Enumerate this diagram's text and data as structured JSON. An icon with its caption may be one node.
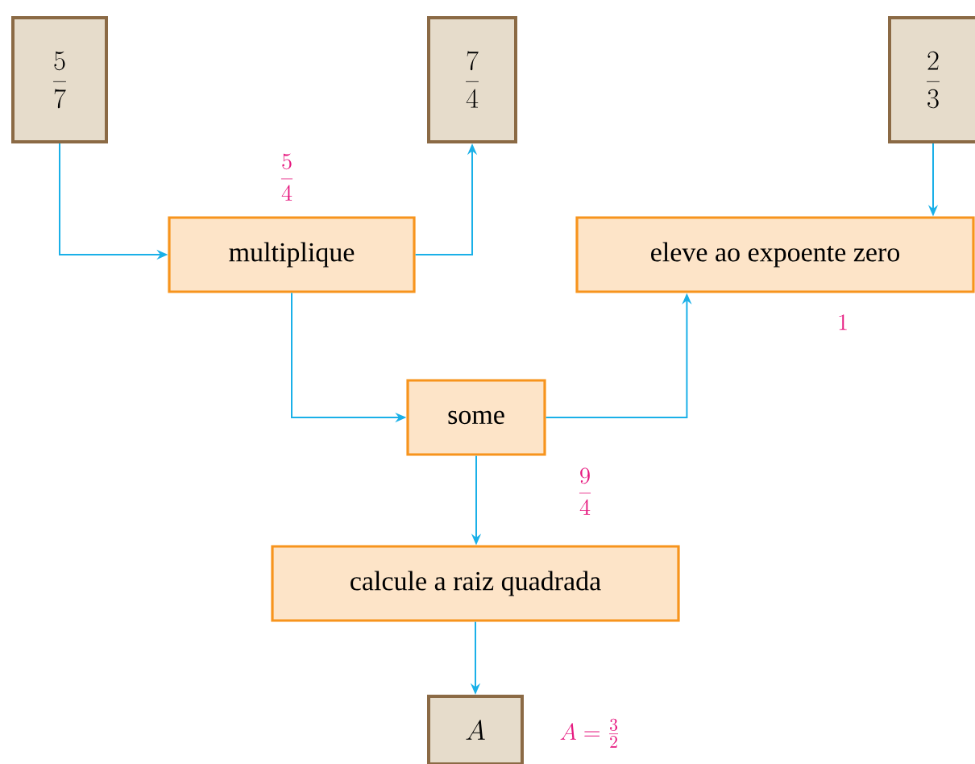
{
  "diagram": {
    "nodes": [
      {
        "text": [
          "\\frac{5}{7}"
        ]
      },
      {
        "text": [
          "\\frac{7}{4}"
        ]
      },
      {
        "text": [
          "\\frac{2}{3}"
        ]
      },
      {
        "text": [
          "multiplique"
        ]
      },
      {
        "text": [
          "eleve ao expoente zero"
        ]
      },
      {
        "text": [
          "some"
        ]
      },
      {
        "text": [
          "calcule a raiz quadrada"
        ]
      },
      {
        "text": [
          "A"
        ]
      }
    ],
    "edges": [
      {
        "from": 0,
        "to": 3,
        "arrow": "to"
      },
      {
        "from": 3,
        "to": 1,
        "arrow": "to"
      },
      {
        "from": 2,
        "to": 4,
        "arrow": "to"
      },
      {
        "from": 3,
        "to": 5,
        "arrow": "to"
      },
      {
        "from": 5,
        "to": 4,
        "arrow": "to"
      },
      {
        "from": 5,
        "to": 6,
        "arrow": "to"
      },
      {
        "from": 6,
        "to": 7,
        "arrow": "to"
      }
    ],
    "labels": [
      "\\frac{5}{4}",
      "1",
      "\\frac{9}{4}",
      "A = \\frac{3}{2}"
    ]
  }
}
